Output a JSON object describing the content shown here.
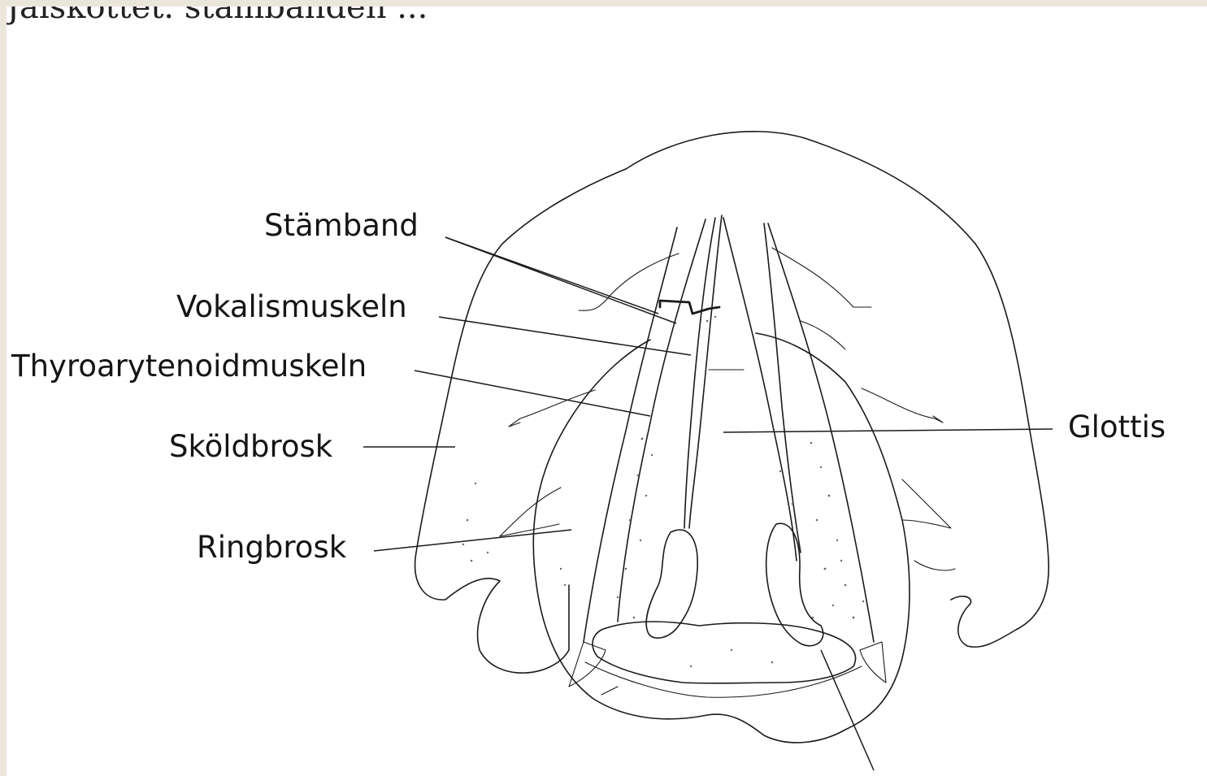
{
  "cropped_header_text": "Jaiskottet. stämbanden ...",
  "labels": {
    "stamband": "Stämband",
    "vokalismuskeln": "Vokalismuskeln",
    "thyroarytenoidmuskeln": "Thyroarytenoidmuskeln",
    "skoldbrosk": "Sköldbrosk",
    "ringbrosk": "Ringbrosk",
    "glottis": "Glottis"
  },
  "colors": {
    "page_border": "#ebe6da",
    "sheet": "#ffffff",
    "ink": "#1a1a1a"
  }
}
